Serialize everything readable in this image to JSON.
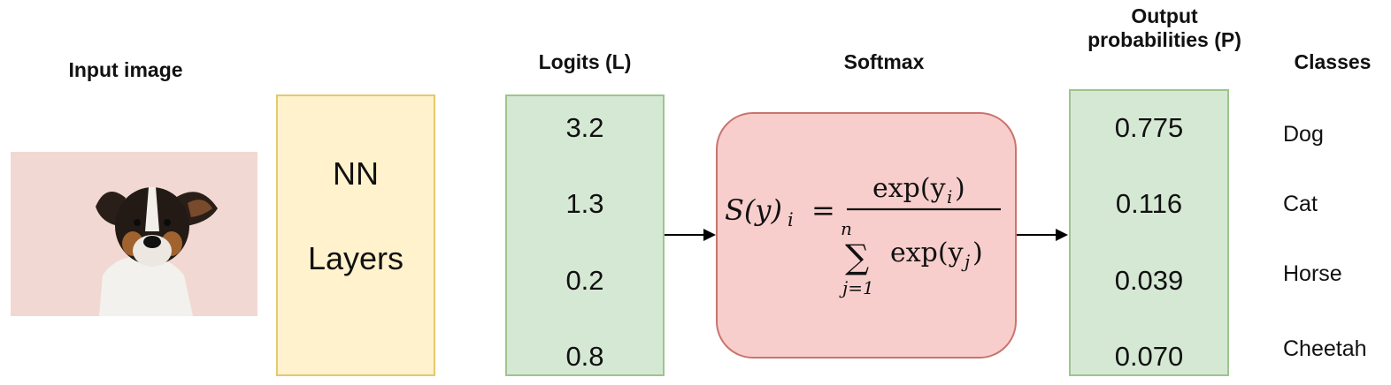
{
  "headings": {
    "input": "Input image",
    "logits": "Logits (L)",
    "softmax": "Softmax",
    "output": "Output probabilities (P)",
    "classes": "Classes"
  },
  "nn": {
    "line1": "NN",
    "line2": "Layers"
  },
  "logits": [
    "3.2",
    "1.3",
    "0.2",
    "0.8"
  ],
  "probabilities": [
    "0.775",
    "0.116",
    "0.039",
    "0.070"
  ],
  "classes": [
    "Dog",
    "Cat",
    "Horse",
    "Cheetah"
  ],
  "formula": {
    "lhs": "S(y)",
    "lhs_sub": "i",
    "eq": "=",
    "num_fn": "exp(y",
    "num_sub": "i",
    "num_close": ")",
    "sum": "∑",
    "sum_top": "n",
    "sum_bottom": "j=1",
    "den_fn": "exp(y",
    "den_sub": "j",
    "den_close": ")"
  },
  "colors": {
    "nn_fill": "#fff2cc",
    "logits_fill": "#d5e8d4",
    "softmax_fill": "#f8cecc",
    "prob_fill": "#d5e8d4",
    "photo_background": "#f2d8d3"
  }
}
